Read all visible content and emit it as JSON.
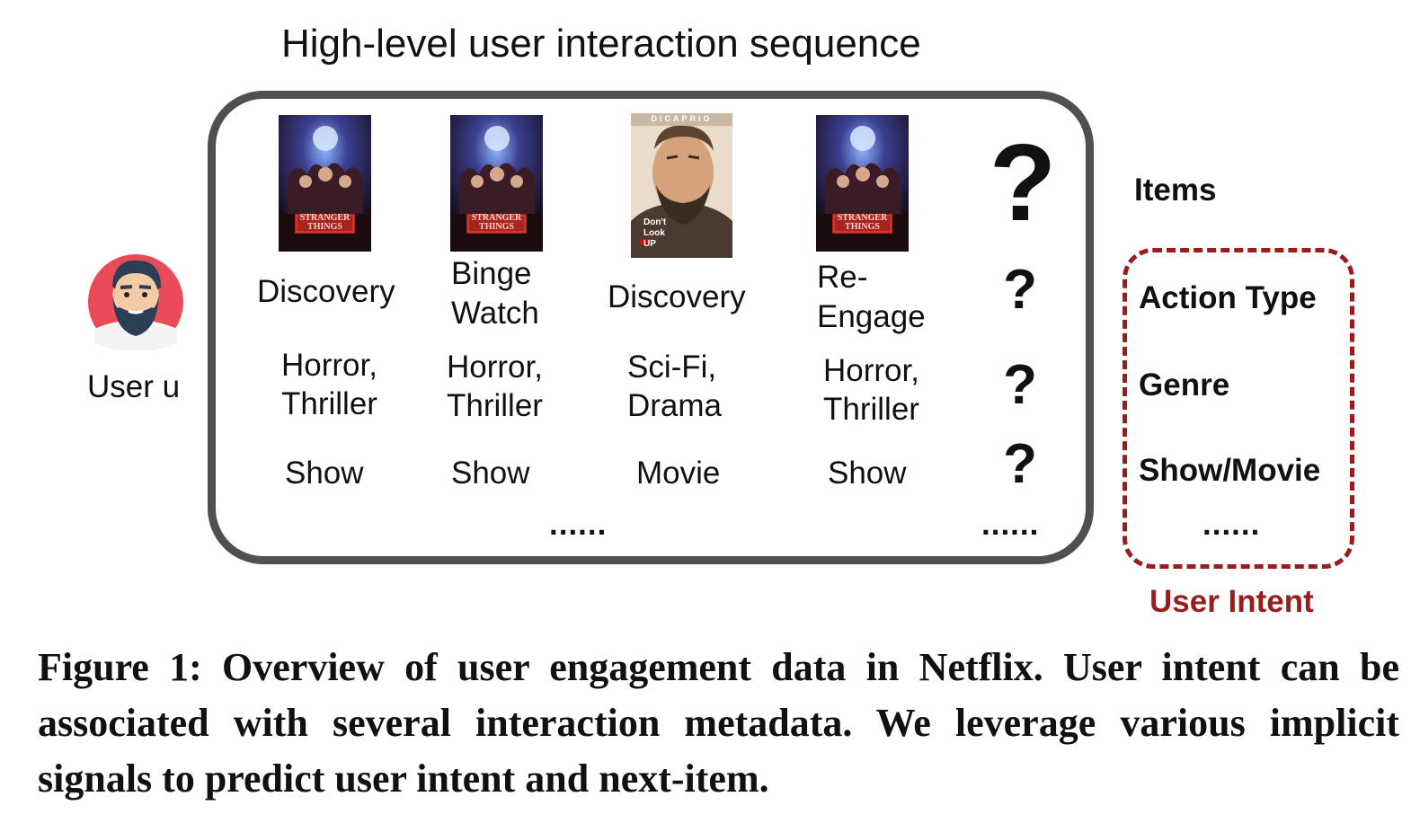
{
  "title": "High-level user interaction sequence",
  "user": {
    "label": "User u",
    "icon": "user-avatar-icon"
  },
  "sequence": [
    {
      "poster": "stranger-things-poster",
      "poster_text": "STRANGER THINGS",
      "action": [
        "Discovery"
      ],
      "genre": [
        "Horror,",
        "Thriller"
      ],
      "type": "Show"
    },
    {
      "poster": "stranger-things-poster",
      "poster_text": "STRANGER THINGS",
      "action": [
        "Binge",
        "Watch"
      ],
      "genre": [
        "Horror,",
        "Thriller"
      ],
      "type": "Show"
    },
    {
      "poster": "dont-look-up-poster",
      "poster_text": "Don't Look UP",
      "poster_top_text": "DiCAPRIO",
      "action": [
        "Discovery"
      ],
      "genre": [
        "Sci-Fi,",
        "Drama"
      ],
      "type": "Movie"
    },
    {
      "poster": "stranger-things-poster",
      "poster_text": "STRANGER THINGS",
      "action": [
        "Re-",
        "Engage"
      ],
      "genre": [
        "Horror,",
        "Thriller"
      ],
      "type": "Show"
    }
  ],
  "next_item": {
    "marks": [
      "?",
      "?",
      "?",
      "?"
    ],
    "ellipsis": "......"
  },
  "sequence_ellipsis": "......",
  "items_label": "Items",
  "intent": {
    "fields": [
      "Action Type",
      "Genre",
      "Show/Movie"
    ],
    "ellipsis": "......",
    "title": "User Intent"
  },
  "colors": {
    "box_border": "#505050",
    "intent": "#9b1c1c",
    "avatar_bg": "#ea4a5a"
  },
  "caption": "Figure 1: Overview of user engagement data in Netflix. User intent can be associated with several interaction metadata. We leverage various implicit signals to predict user intent and next-item."
}
